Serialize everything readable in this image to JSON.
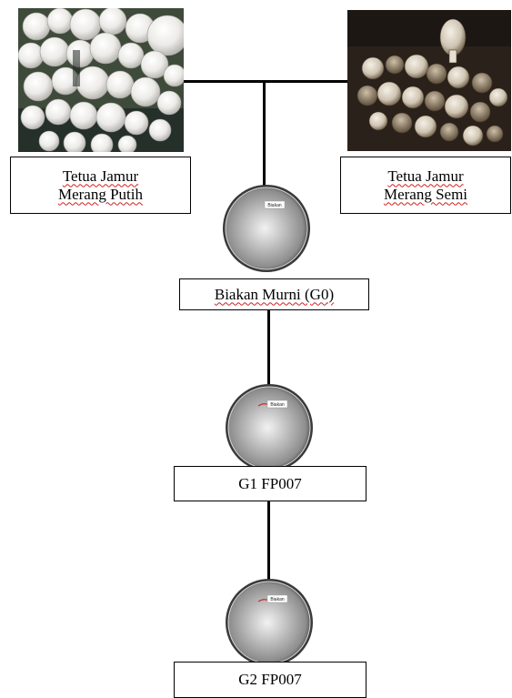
{
  "parents": {
    "left_label_line1": "Tetua Jamur",
    "left_label_line2": "Merang Putih",
    "left_photo_icon": "white-straw-mushroom-photo",
    "right_label_line1": "Tetua Jamur",
    "right_label_line2": "Merang Semi",
    "right_photo_icon": "semi-straw-mushroom-photo"
  },
  "generations": [
    {
      "label": "Biakan Murni (G0)",
      "dish_icon": "petri-dish-icon",
      "dish_tag": "Biakan"
    },
    {
      "label": "G1 FP007",
      "dish_icon": "petri-dish-icon",
      "dish_tag": "Biakan"
    },
    {
      "label": "G2 FP007",
      "dish_icon": "petri-dish-icon",
      "dish_tag": "Biakan"
    }
  ],
  "colors": {
    "line": "#000000",
    "spellcheck_underline": "#d02020"
  }
}
